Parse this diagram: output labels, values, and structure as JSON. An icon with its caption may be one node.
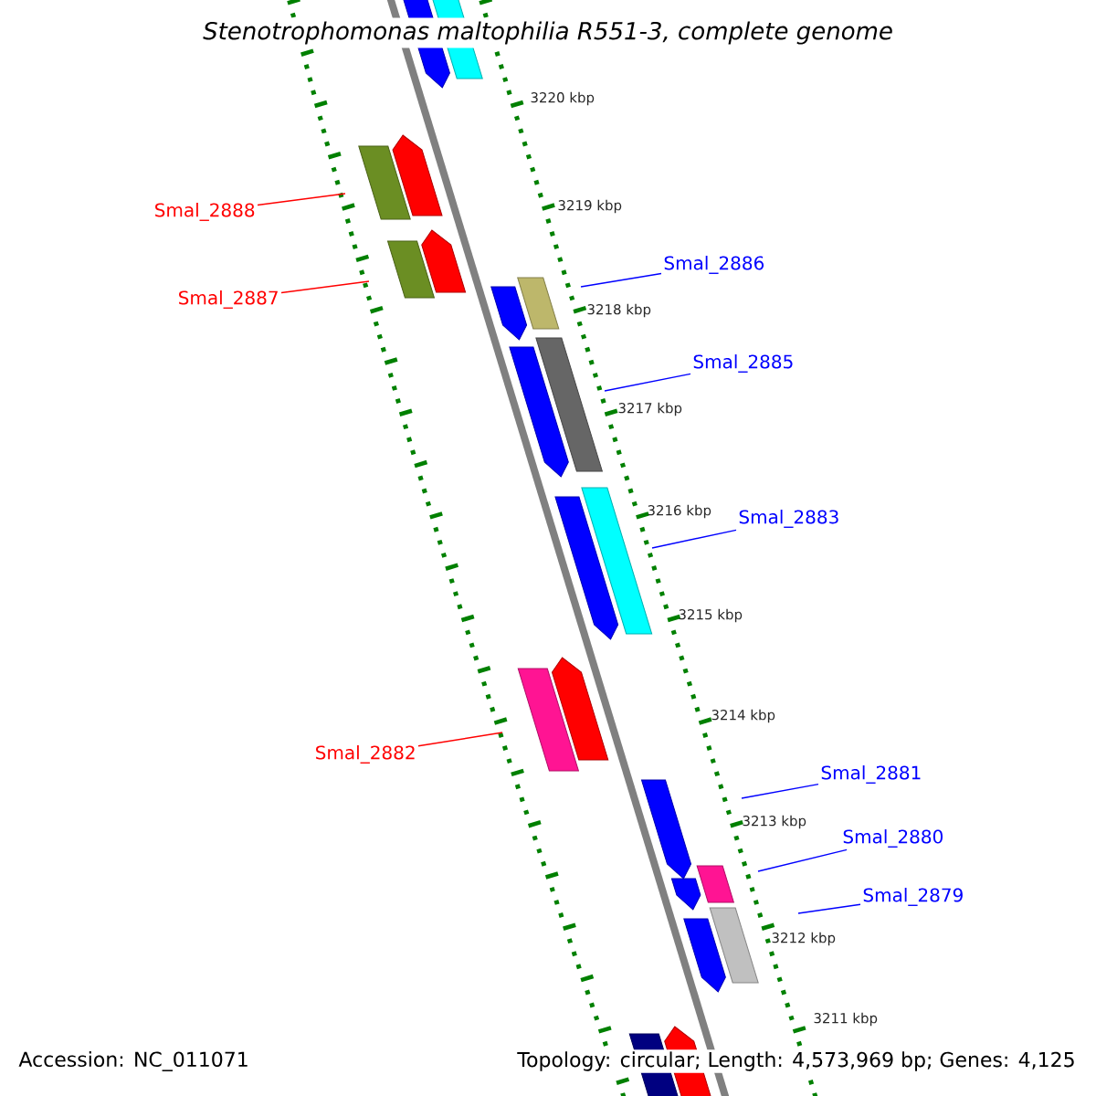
{
  "diagram": {
    "title": "Stenotrophomonas maltophilia R551-3, complete genome",
    "nodes": [
      {
        "text": [
          "Smal_2888"
        ]
      },
      {
        "text": [
          "Smal_2887"
        ]
      },
      {
        "text": [
          "Smal_2886"
        ]
      },
      {
        "text": [
          "Smal_2885"
        ]
      },
      {
        "text": [
          "Smal_2883"
        ]
      },
      {
        "text": [
          "Smal_2882"
        ]
      },
      {
        "text": [
          "Smal_2881"
        ]
      },
      {
        "text": [
          "Smal_2880"
        ]
      },
      {
        "text": [
          "Smal_2879"
        ]
      }
    ],
    "edges": [
      {
        "from": 0,
        "to": null,
        "arrow": "none",
        "color": "#ff0000"
      },
      {
        "from": 1,
        "to": null,
        "arrow": "none",
        "color": "#ff0000"
      },
      {
        "from": 2,
        "to": null,
        "arrow": "none"
      },
      {
        "from": 3,
        "to": null,
        "arrow": "none"
      },
      {
        "from": 4,
        "to": null,
        "arrow": "none"
      },
      {
        "from": 5,
        "to": null,
        "arrow": "none",
        "color": "#ff0000"
      },
      {
        "from": 6,
        "to": null,
        "arrow": "none"
      },
      {
        "from": 7,
        "to": null,
        "arrow": "none"
      },
      {
        "from": 8,
        "to": null,
        "arrow": "none"
      }
    ],
    "labels": [
      "3220 kbp",
      "3219 kbp",
      "3218 kbp",
      "3217 kbp",
      "3216 kbp",
      "3215 kbp",
      "3214 kbp",
      "3213 kbp",
      "3212 kbp",
      "3211 kbp",
      "Accession: NC_011071",
      "Topology: circular; Length: 4,573,969 bp; Genes: 4,125"
    ]
  }
}
